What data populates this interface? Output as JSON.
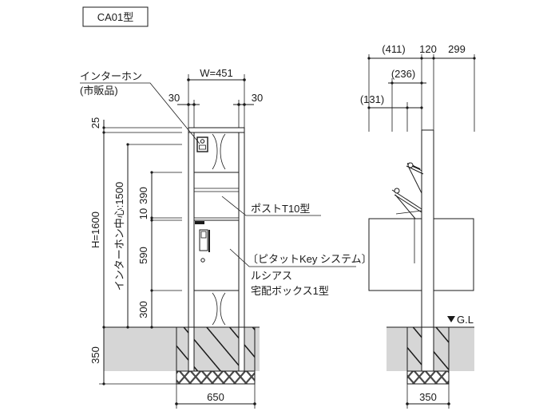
{
  "model_label": "CA01型",
  "labels": {
    "width_total": "W=451",
    "side_left": "30",
    "side_right": "30",
    "intercom_line1": "インターホン",
    "intercom_line2": "(市販品)",
    "post_label": "ポストT10型",
    "pitat_label": "〔ピタットKey システム〕",
    "lusias_label": "ルシアス",
    "delivery_label": "宅配ボックス1型",
    "ground_label": "G.L"
  },
  "dimensions": {
    "left_top": "25",
    "height_total": "H=1600",
    "intercom_center": "インターホン中心:1500",
    "seg_390": "390",
    "seg_10": "10",
    "seg_590": "590",
    "seg_300": "300",
    "foundation": "350",
    "base_width_front": "650",
    "base_width_side": "350",
    "side_411": "(411)",
    "side_120": "120",
    "side_299": "299",
    "side_236": "(236)",
    "side_131": "(131)"
  }
}
